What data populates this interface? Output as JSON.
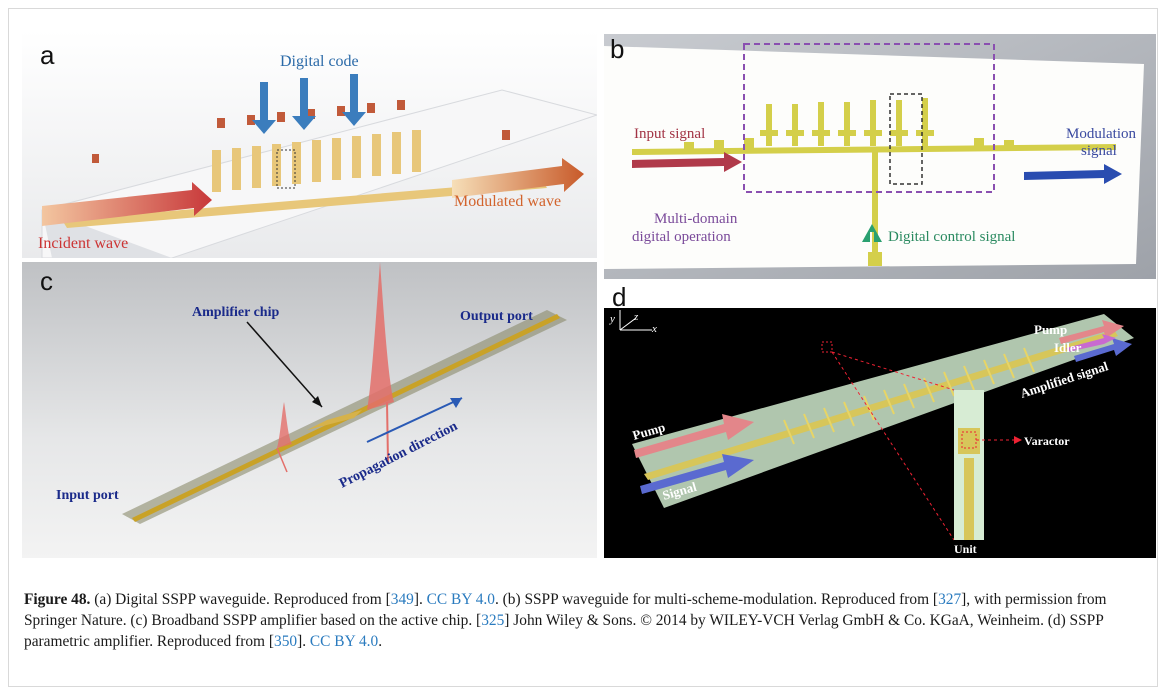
{
  "panels": {
    "a": {
      "label": "a",
      "digital_code": "Digital code",
      "incident_wave": "Incident wave",
      "modulated_wave": "Modulated wave"
    },
    "b": {
      "label": "b",
      "input_signal": "Input signal",
      "modulation_signal_1": "Modulation",
      "modulation_signal_2": "signal",
      "multi_domain_1": "Multi-domain",
      "multi_domain_2": "digital operation",
      "digital_control": "Digital control signal"
    },
    "c": {
      "label": "c",
      "amplifier_chip": "Amplifier chip",
      "output_port": "Output port",
      "input_port": "Input port",
      "propagation": "Propagation direction"
    },
    "d": {
      "label": "d",
      "axis_y": "y",
      "axis_z": "z",
      "axis_x": "x",
      "pump_top": "Pump",
      "idler": "Idler",
      "amplified_signal": "Amplified signal",
      "pump_left": "Pump",
      "signal": "Signal",
      "varactor": "Varactor",
      "unit": "Unit"
    }
  },
  "caption": {
    "figure_label": "Figure 48.",
    "a_text": " (a) Digital SSPP waveguide. Reproduced from [",
    "ref_349": "349",
    "a_text2": "]. ",
    "license_1": "CC BY 4.0",
    "b_text": ". (b) SSPP waveguide for multi-scheme-modulation. Reproduced from [",
    "ref_327": "327",
    "b_text2": "], with permission from Springer Nature. (c) Broadband SSPP amplifier based on the active chip. [",
    "ref_325": "325",
    "c_text2": "] John Wiley & Sons. © 2014 by WILEY-VCH Verlag GmbH & Co. KGaA, Weinheim. (d) SSPP parametric amplifier. Reproduced from [",
    "ref_350": "350",
    "d_text2": "]. ",
    "license_2": "CC BY 4.0",
    "end": "."
  }
}
